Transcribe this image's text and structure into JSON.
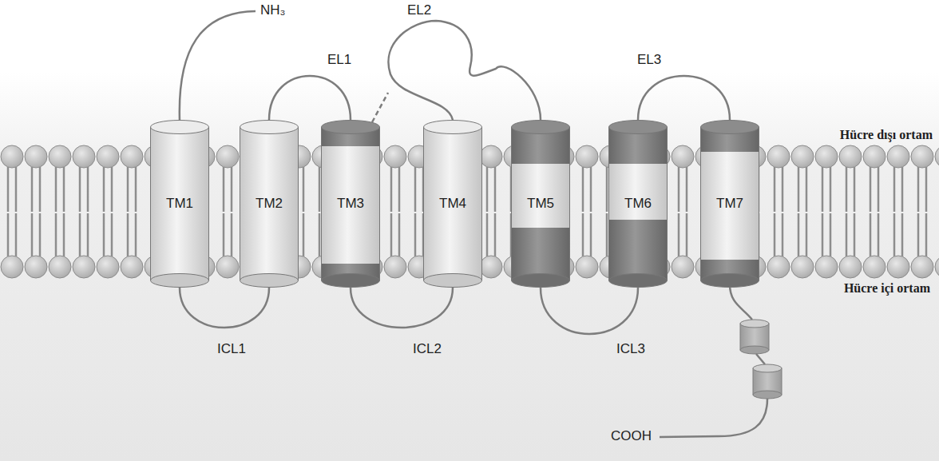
{
  "diagram": {
    "nodes": [
      {
        "text": [
          "TM1"
        ]
      },
      {
        "text": [
          "TM2"
        ]
      },
      {
        "text": [
          "TM3"
        ]
      },
      {
        "text": [
          "TM4"
        ]
      },
      {
        "text": [
          "TM5"
        ]
      },
      {
        "text": [
          "TM6"
        ]
      },
      {
        "text": [
          "TM7"
        ]
      }
    ],
    "edges": [
      {
        "from": 0,
        "to": 1,
        "arrow": "none",
        "label": "ICL1"
      },
      {
        "from": 1,
        "to": 2,
        "arrow": "none",
        "label": "EL1"
      },
      {
        "from": 2,
        "to": 3,
        "arrow": "none",
        "label": "ICL2"
      },
      {
        "from": 3,
        "to": 4,
        "arrow": "none",
        "label": "EL2"
      },
      {
        "from": 4,
        "to": 5,
        "arrow": "none",
        "label": "ICL3"
      },
      {
        "from": 5,
        "to": 6,
        "arrow": "none",
        "label": "EL3"
      }
    ],
    "labels": [
      "NH₃",
      "Hücre dışı ortam",
      "Hücre içi ortam",
      "COOH"
    ]
  }
}
